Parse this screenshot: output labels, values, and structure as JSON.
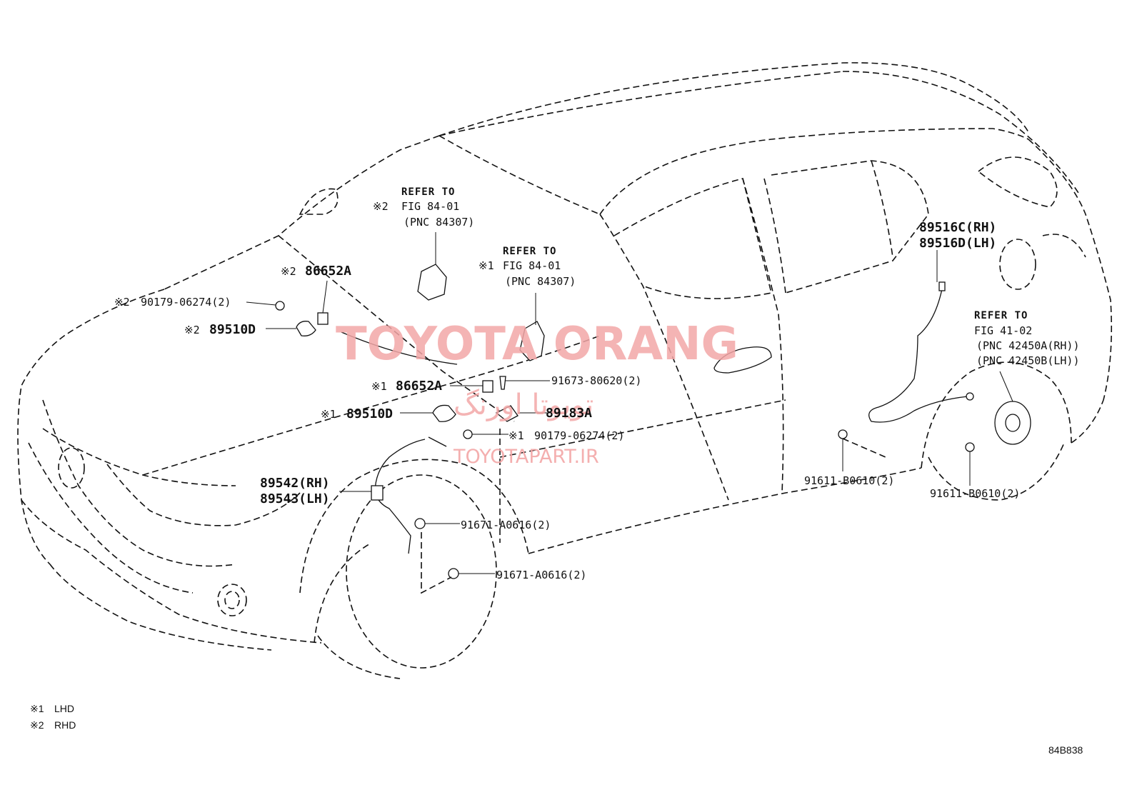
{
  "callouts": {
    "refer1": {
      "line1": "REFER TO",
      "line2": "FIG 84-01",
      "line3": "(PNC 84307)",
      "mark": "※2"
    },
    "refer2": {
      "line1": "REFER TO",
      "line2": "FIG 84-01",
      "line3": "(PNC 84307)",
      "mark": "※1"
    },
    "refer3": {
      "line1": "REFER TO",
      "line2": "FIG 41-02",
      "line3": "(PNC 42450A(RH))",
      "line4": "(PNC 42450B(LH))"
    },
    "p86652A_rhd": {
      "mark": "※2",
      "num": "86652A"
    },
    "p90179_rhd": {
      "mark": "※2",
      "num": "90179-06274(2)"
    },
    "p89510D_rhd": {
      "mark": "※2",
      "num": "89510D"
    },
    "p86652A_lhd": {
      "mark": "※1",
      "num": "86652A"
    },
    "p89510D_lhd": {
      "mark": "※1",
      "num": "89510D"
    },
    "p91673": {
      "num": "91673-80620(2)"
    },
    "p89183A": {
      "num": "89183A"
    },
    "p90179_lhd": {
      "mark": "※1",
      "num": "90179-06274(2)"
    },
    "p89542": {
      "num": "89542(RH)"
    },
    "p89543": {
      "num": "89543(LH)"
    },
    "p91671_a": {
      "num": "91671-A0616(2)"
    },
    "p91671_b": {
      "num": "91671-A0616(2)"
    },
    "p89516C": {
      "num": "89516C(RH)"
    },
    "p89516D": {
      "num": "89516D(LH)"
    },
    "p91611_a": {
      "num": "91611-B0610(2)"
    },
    "p91611_b": {
      "num": "91611-B0610(2)"
    }
  },
  "legend": [
    {
      "mark": "※1",
      "text": "LHD"
    },
    {
      "mark": "※2",
      "text": "RHD"
    }
  ],
  "figure_code": "84B838",
  "watermark": {
    "brand": "TOYOTA ORANG",
    "persian": "تویوتا اورنگ",
    "site": "TOYOTAPART.IR"
  },
  "colors": {
    "ink": "#111111",
    "watermark": "#f3a7a7",
    "background": "#ffffff"
  }
}
